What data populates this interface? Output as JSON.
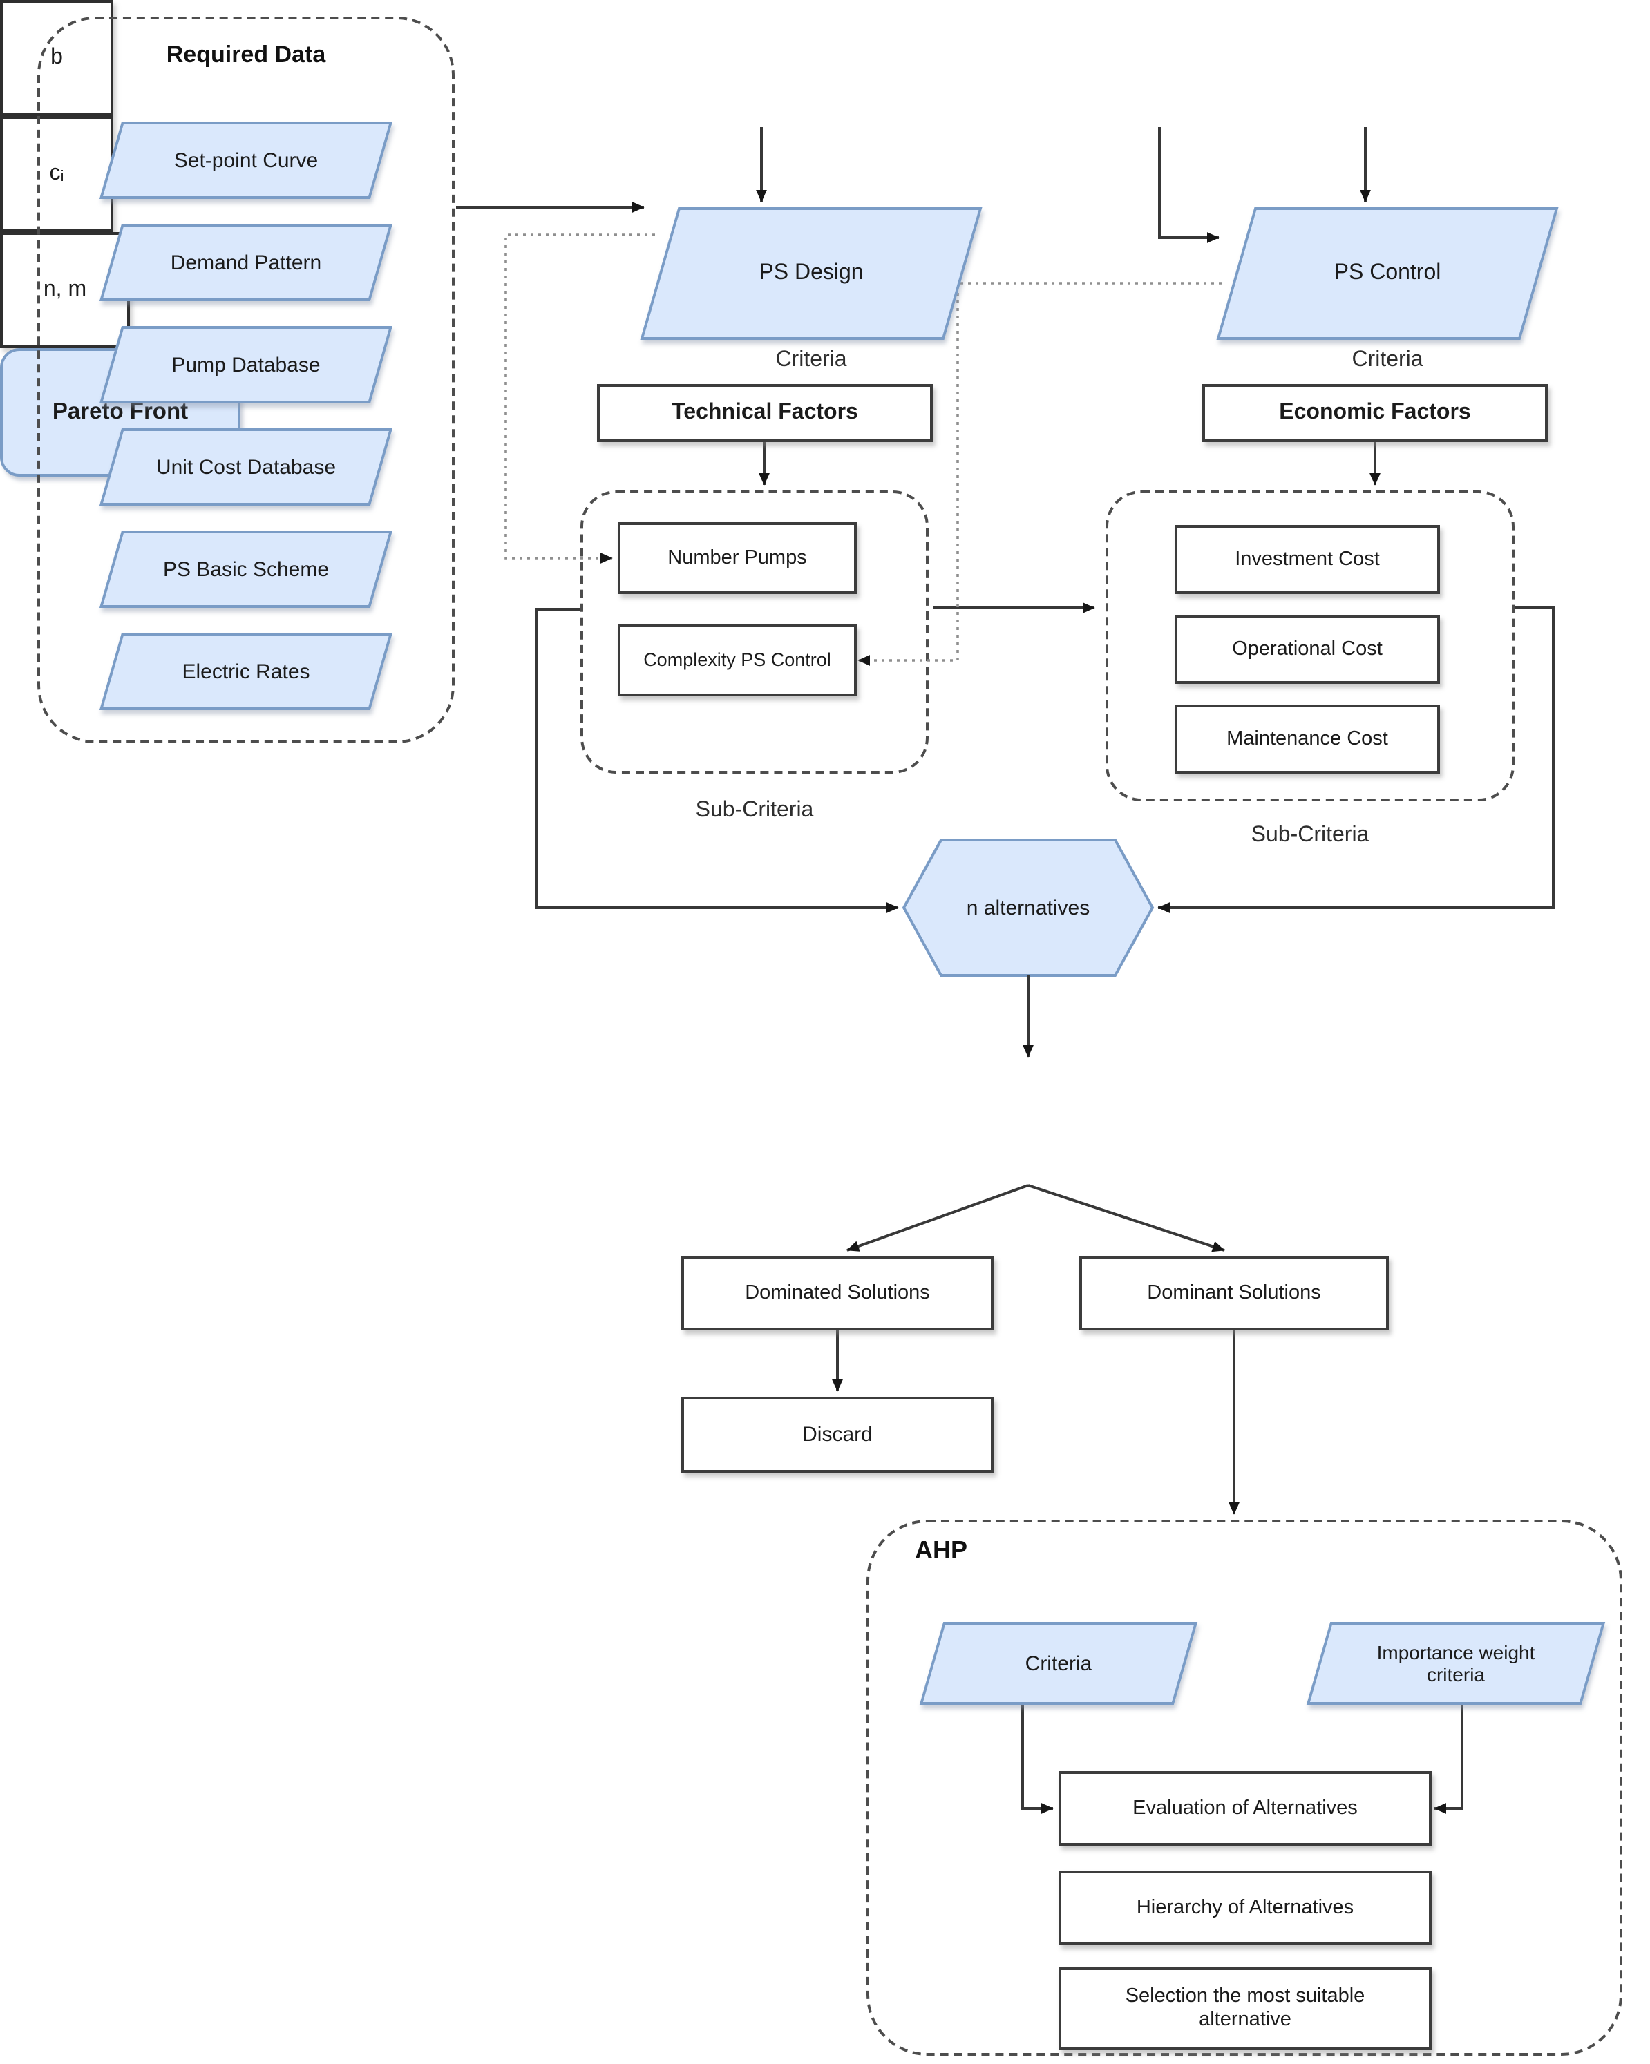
{
  "required_data": {
    "title": "Required Data",
    "items": [
      "Set-point Curve",
      "Demand Pattern",
      "Pump Database",
      "Unit Cost Database",
      "PS Basic Scheme",
      "Electric Rates"
    ]
  },
  "inputs": {
    "b": "b",
    "c_i": "cᵢ",
    "n_m": "n, m"
  },
  "design_branch": {
    "node": "PS Design",
    "node_caption": "Criteria",
    "factors": "Technical Factors",
    "sub_criteria": [
      "Number Pumps",
      "Complexity PS Control"
    ],
    "sub_caption": "Sub-Criteria"
  },
  "economic_branch": {
    "node": "PS Control",
    "node_caption": "Criteria",
    "factors": "Economic Factors",
    "sub_criteria": [
      "Investment Cost",
      "Operational Cost",
      "Maintenance Cost"
    ],
    "sub_caption": "Sub-Criteria"
  },
  "selection_flow": {
    "alternatives": "n alternatives",
    "pareto": "Pareto Front",
    "dominated": "Dominated Solutions",
    "dominant": "Dominant Solutions",
    "discard": "Discard"
  },
  "ahp": {
    "title": "AHP",
    "criteria": "Criteria",
    "weights": "Importance weight criteria",
    "steps": [
      "Evaluation of Alternatives",
      "Hierarchy of Alternatives",
      "Selection the most suitable alternative"
    ]
  },
  "colors": {
    "node_fill": "#dae8fc",
    "node_stroke": "#7a9cc6",
    "box_stroke": "#3c3c3c",
    "connector": "#383838",
    "dotted_connector": "#8f8f8f",
    "dashed_container": "#4d4d4d",
    "text": "#1b1b1b"
  }
}
